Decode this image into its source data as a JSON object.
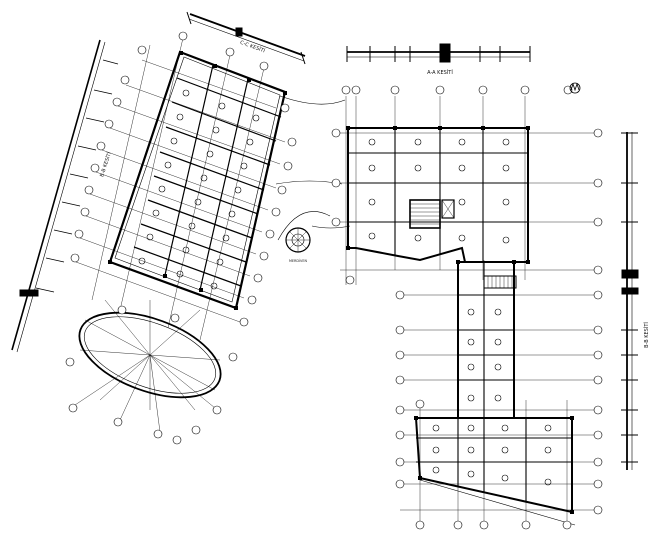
{
  "drawing": {
    "section_a": "A-A KESİTİ",
    "section_b": "B-B KESİTİ",
    "section_c": "C-C KESİTİ",
    "stair_label": "MERDİVEN",
    "colors": {
      "ink": "#111111",
      "background": "#ffffff"
    }
  }
}
